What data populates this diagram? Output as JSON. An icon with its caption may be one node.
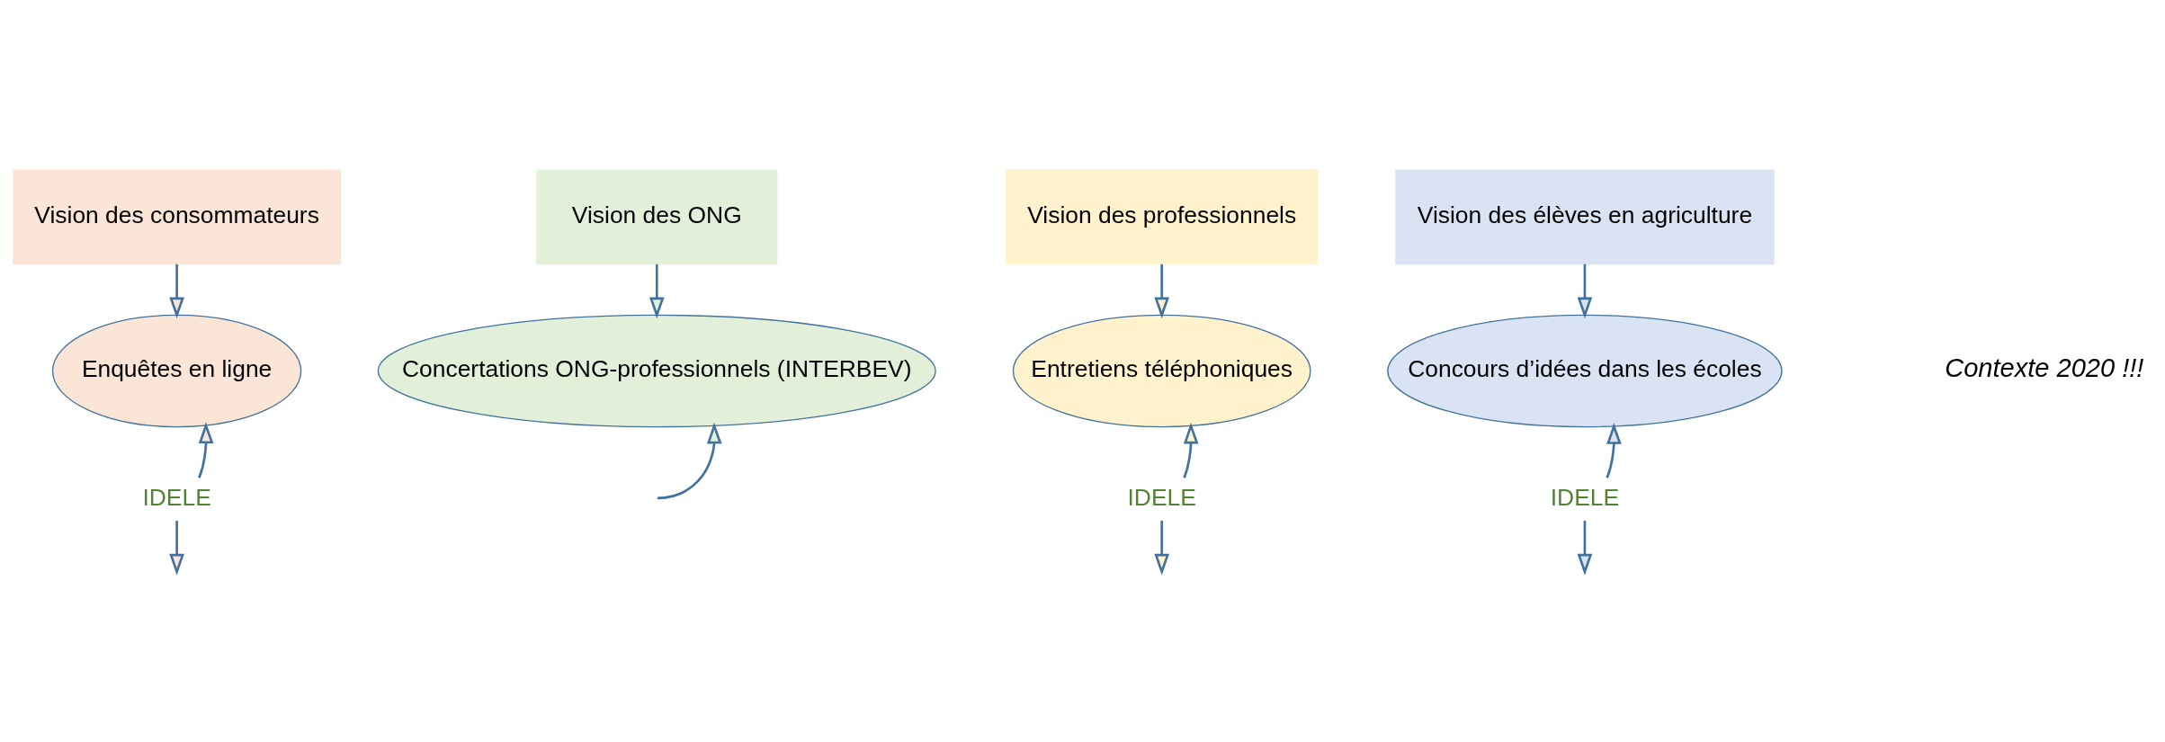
{
  "diagram": {
    "nodes": [
      {
        "text": [
          "Vision des consommateurs"
        ]
      },
      {
        "text": [
          "Vision des ONG"
        ]
      },
      {
        "text": [
          "Vision des professionnels"
        ]
      },
      {
        "text": [
          "Vision des élèves en agriculture"
        ]
      },
      {
        "text": [
          "Enquêtes en ligne"
        ]
      },
      {
        "text": [
          "Concertations ONG-professionnels (INTERBEV)"
        ]
      },
      {
        "text": [
          "Entretiens téléphoniques"
        ]
      },
      {
        "text": [
          "Concours d’idées dans les écoles"
        ]
      },
      {
        "text": [
          "IDELE"
        ]
      },
      {
        "text": [
          "IDELE"
        ]
      },
      {
        "text": [
          "IDELE"
        ]
      }
    ],
    "edges": [
      {
        "from": 0,
        "to": 4,
        "arrow": "to"
      },
      {
        "from": 1,
        "to": 5,
        "arrow": "to"
      },
      {
        "from": 2,
        "to": 6,
        "arrow": "to"
      },
      {
        "from": 3,
        "to": 7,
        "arrow": "to"
      },
      {
        "from": 8,
        "to": 4,
        "arrow": "to"
      },
      {
        "from": null,
        "to": 5,
        "arrow": "to"
      },
      {
        "from": 9,
        "to": 6,
        "arrow": "to"
      },
      {
        "from": 10,
        "to": 7,
        "arrow": "to"
      },
      {
        "from": 8,
        "to": null,
        "arrow": "to"
      },
      {
        "from": 9,
        "to": null,
        "arrow": "to"
      },
      {
        "from": 10,
        "to": null,
        "arrow": "to"
      }
    ],
    "labels": [
      "Contexte 2020 !!!"
    ]
  }
}
